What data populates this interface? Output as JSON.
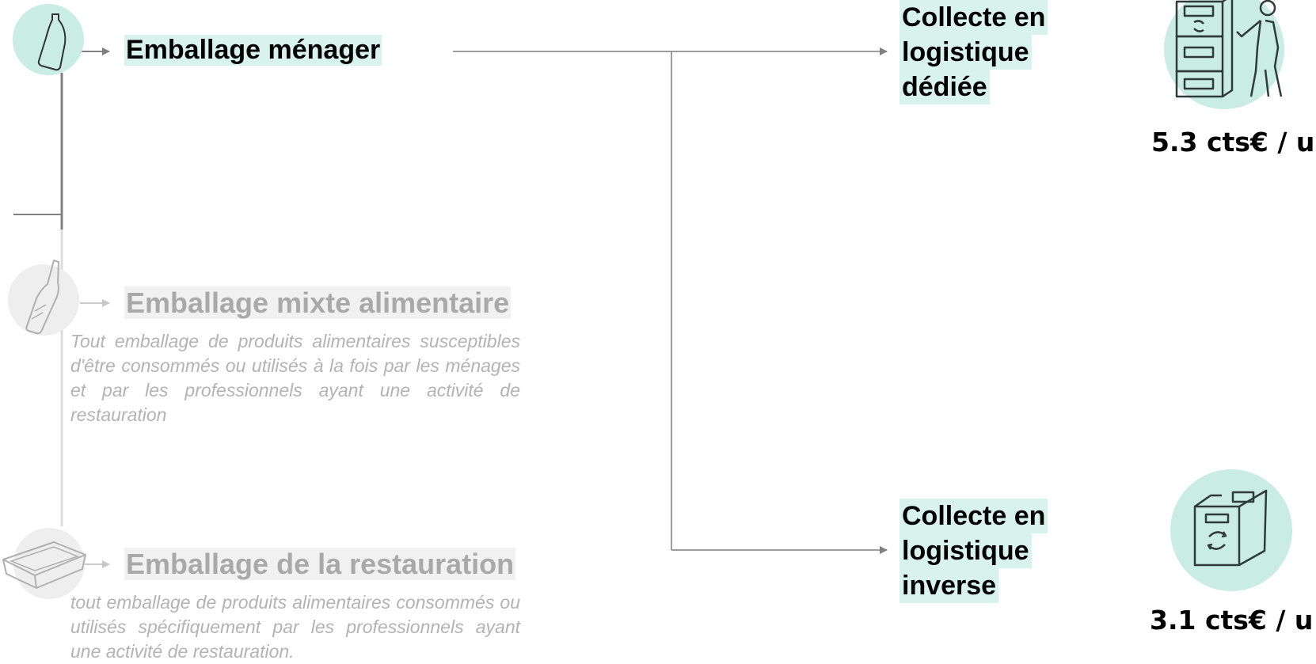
{
  "categories": [
    {
      "label": "Emballage ménager",
      "active": true,
      "icon": "milk-bottle-icon"
    },
    {
      "label": "Emballage mixte alimentaire",
      "active": false,
      "icon": "beer-bottle-icon",
      "description": "Tout emballage de produits alimentaires susceptibles d'être consommés ou utilisés à la fois par les ménages et par les professionnels ayant une activité de restauration"
    },
    {
      "label": "Emballage de la restauration",
      "active": false,
      "icon": "food-tray-icon",
      "description": "tout emballage de produits alimentaires consommés ou utilisés spécifiquement par les professionnels ayant une activité de restauration."
    }
  ],
  "collection": [
    {
      "lines": [
        "Collecte en",
        "logistique",
        "dédiée"
      ],
      "price": "5.3 cts€ / u",
      "icon": "recycling-bins-person-icon"
    },
    {
      "lines": [
        "Collecte en",
        "logistique",
        "inverse"
      ],
      "price": "3.1 cts€ / u",
      "icon": "recycling-box-icon"
    }
  ],
  "colors": {
    "accent_mint": "#d8f2ec",
    "icon_circle": "#c9ece3",
    "line_grey": "#7f7f7f",
    "faded_text": "#a9a9a9"
  }
}
